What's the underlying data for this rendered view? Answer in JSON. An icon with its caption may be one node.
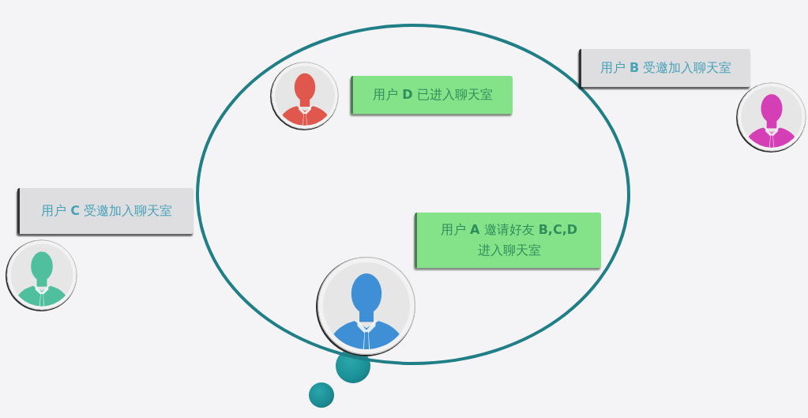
{
  "diagram": {
    "nodes": [
      {
        "text": [],
        "shape": "ellipse"
      },
      {
        "text": [],
        "shape": "person",
        "in": 0
      },
      {
        "text": [
          "用户 **D** 已进入聊天室"
        ],
        "in": 0
      },
      {
        "text": [
          "用户 **B** 受邀加入聊天室"
        ]
      },
      {
        "text": [],
        "shape": "person"
      },
      {
        "text": [
          "用户 **C** 受邀加入聊天室"
        ]
      },
      {
        "text": [],
        "shape": "person"
      },
      {
        "text": [
          "用户 **A** 邀请好友 **B,C,D** 进入聊天室"
        ],
        "in": 0
      },
      {
        "text": [],
        "shape": "person",
        "in": 0
      }
    ]
  }
}
